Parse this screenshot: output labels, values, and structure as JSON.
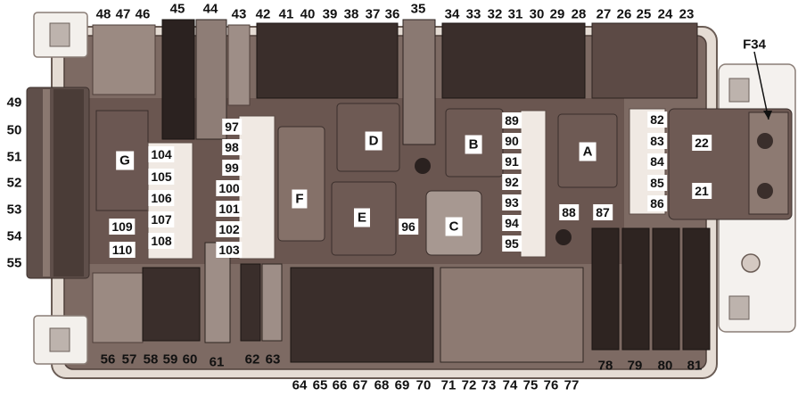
{
  "top_labels": [
    "48",
    "47",
    "46",
    "45",
    "44",
    "43",
    "42",
    "41",
    "40",
    "39",
    "38",
    "37",
    "36",
    "35",
    "34",
    "33",
    "32",
    "31",
    "30",
    "29",
    "28",
    "27",
    "26",
    "25",
    "24",
    "23"
  ],
  "left_labels": [
    "49",
    "50",
    "51",
    "52",
    "53",
    "54",
    "55"
  ],
  "bottom_labels": [
    "56",
    "57",
    "58",
    "59",
    "60",
    "61",
    "62",
    "63",
    "64",
    "65",
    "66",
    "67",
    "68",
    "69",
    "70",
    "71",
    "72",
    "73",
    "74",
    "75",
    "76",
    "77",
    "78",
    "79",
    "80",
    "81"
  ],
  "mid_left_labels": [
    "104",
    "105",
    "106",
    "107",
    "108",
    "109",
    "110"
  ],
  "mid_center_labels": [
    "97",
    "98",
    "99",
    "100",
    "101",
    "102",
    "103"
  ],
  "mid_right_labels": [
    "89",
    "90",
    "91",
    "92",
    "93",
    "94",
    "95"
  ],
  "right_labels": [
    "82",
    "83",
    "84",
    "85",
    "86"
  ],
  "misc_labels": [
    "96",
    "88",
    "87",
    "22",
    "21",
    "F34"
  ],
  "relay_letters": [
    "A",
    "B",
    "C",
    "D",
    "E",
    "F",
    "G"
  ]
}
